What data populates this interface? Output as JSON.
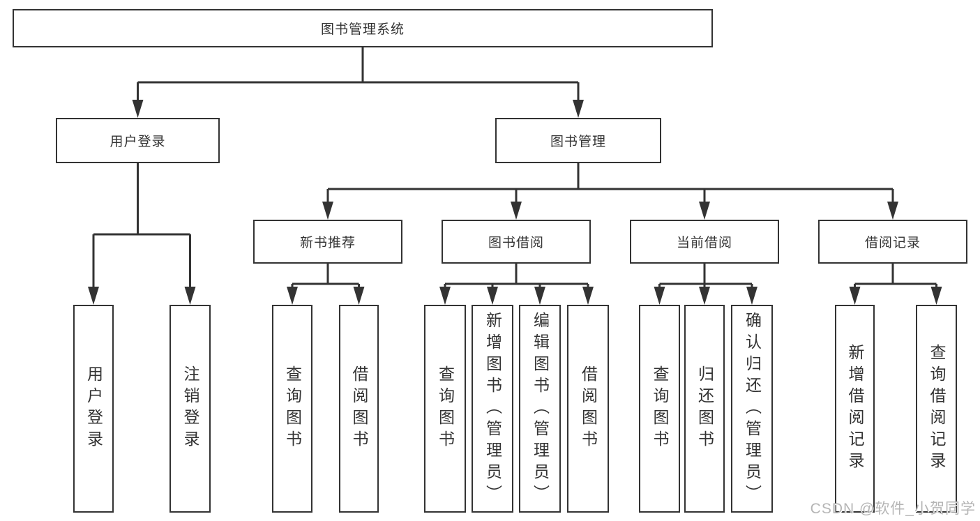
{
  "diagram_title": "图书管理系统",
  "colors": {
    "line": "#333333",
    "box_border": "#333333",
    "text": "#333333",
    "watermark_text": "#b5b5b5",
    "background": "#ffffff"
  },
  "watermark": {
    "text": "CSDN @软件_小贺同学"
  },
  "nodes": {
    "root": {
      "label": "图书管理系统"
    },
    "level2": {
      "user_login": {
        "label": "用户登录"
      },
      "book_management": {
        "label": "图书管理"
      }
    },
    "level3": {
      "new_book_recommend": {
        "label": "新书推荐"
      },
      "book_borrowing": {
        "label": "图书借阅"
      },
      "current_borrowing": {
        "label": "当前借阅"
      },
      "borrowing_records": {
        "label": "借阅记录"
      }
    },
    "leaves": {
      "user_login": {
        "label": "用户登录"
      },
      "logout": {
        "label": "注销登录"
      },
      "query_books_recommend": {
        "label": "查询图书"
      },
      "borrow_books_recommend": {
        "label": "借阅图书"
      },
      "query_books_borrowing": {
        "label": "查询图书"
      },
      "add_book_admin": {
        "label": "新增图书（管理员）"
      },
      "edit_book_admin": {
        "label": "编辑图书（管理员）"
      },
      "borrow_books_borrowing": {
        "label": "借阅图书"
      },
      "query_books_current": {
        "label": "查询图书"
      },
      "return_book": {
        "label": "归还图书"
      },
      "confirm_return_admin": {
        "label": "确认归还（管理员）"
      },
      "add_borrow_record": {
        "label": "新增借阅记录"
      },
      "query_borrow_record": {
        "label": "查询借阅记录"
      }
    }
  },
  "hierarchy": {
    "图书管理系统": [
      "用户登录",
      "图书管理"
    ],
    "用户登录": [
      "用户登录",
      "注销登录"
    ],
    "图书管理": [
      "新书推荐",
      "图书借阅",
      "当前借阅",
      "借阅记录"
    ],
    "新书推荐": [
      "查询图书",
      "借阅图书"
    ],
    "图书借阅": [
      "查询图书",
      "新增图书（管理员）",
      "编辑图书（管理员）",
      "借阅图书"
    ],
    "当前借阅": [
      "查询图书",
      "归还图书",
      "确认归还（管理员）"
    ],
    "借阅记录": [
      "新增借阅记录",
      "查询借阅记录"
    ]
  }
}
